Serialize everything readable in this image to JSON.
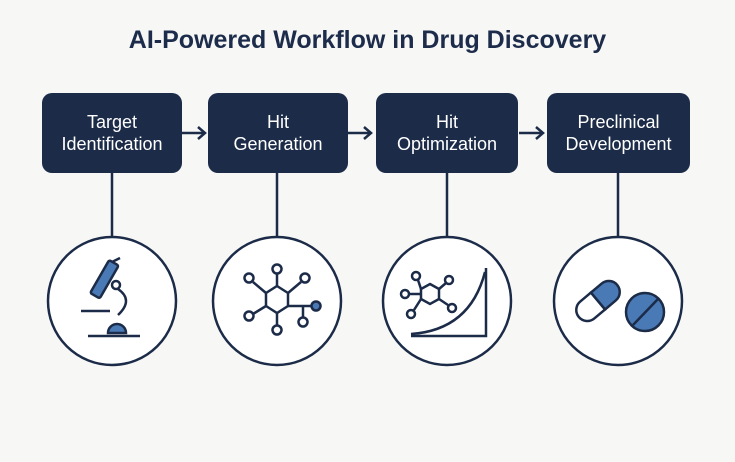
{
  "title": "AI-Powered Workflow in Drug Discovery",
  "steps": [
    {
      "line1": "Target",
      "line2": "Identification",
      "icon": "microscope-icon"
    },
    {
      "line1": "Hit",
      "line2": "Generation",
      "icon": "molecule-network-icon"
    },
    {
      "line1": "Hit",
      "line2": "Optimization",
      "icon": "molecule-curve-icon"
    },
    {
      "line1": "Preclinical",
      "line2": "Development",
      "icon": "pills-icon"
    }
  ],
  "colors": {
    "navy": "#1b2b48",
    "accent": "#4a7ab5",
    "background": "#f7f7f5"
  }
}
